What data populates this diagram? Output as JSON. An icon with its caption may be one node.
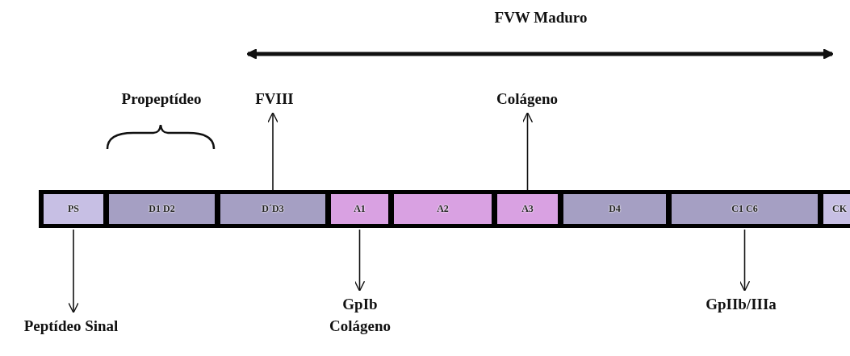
{
  "diagram": {
    "nodes": [
      {
        "text": [
          "FVIII"
        ]
      },
      {
        "text": [
          "Colágeno"
        ]
      },
      {
        "text": [
          "PS"
        ]
      },
      {
        "text": [
          "D1 D2"
        ]
      },
      {
        "text": [
          "D´D3"
        ]
      },
      {
        "text": [
          "A1"
        ]
      },
      {
        "text": [
          "A2"
        ]
      },
      {
        "text": [
          "A3"
        ]
      },
      {
        "text": [
          "D4"
        ]
      },
      {
        "text": [
          "C1 C6"
        ]
      },
      {
        "text": [
          "CK"
        ]
      },
      {
        "text": [
          "Peptídeo Sinal"
        ]
      },
      {
        "text": [
          "GpIb Colágeno"
        ]
      },
      {
        "text": [
          "GpIIb/IIIa"
        ]
      }
    ],
    "edges": [
      {
        "from": 4,
        "to": 0,
        "arrow": "to"
      },
      {
        "from": 7,
        "to": 1,
        "arrow": "to"
      },
      {
        "from": 2,
        "to": 11,
        "arrow": "to"
      },
      {
        "from": 5,
        "to": 12,
        "arrow": "to"
      },
      {
        "from": 9,
        "to": 13,
        "arrow": "to"
      }
    ],
    "labels": [
      "FVW Maduro",
      "Propeptídeo"
    ]
  }
}
